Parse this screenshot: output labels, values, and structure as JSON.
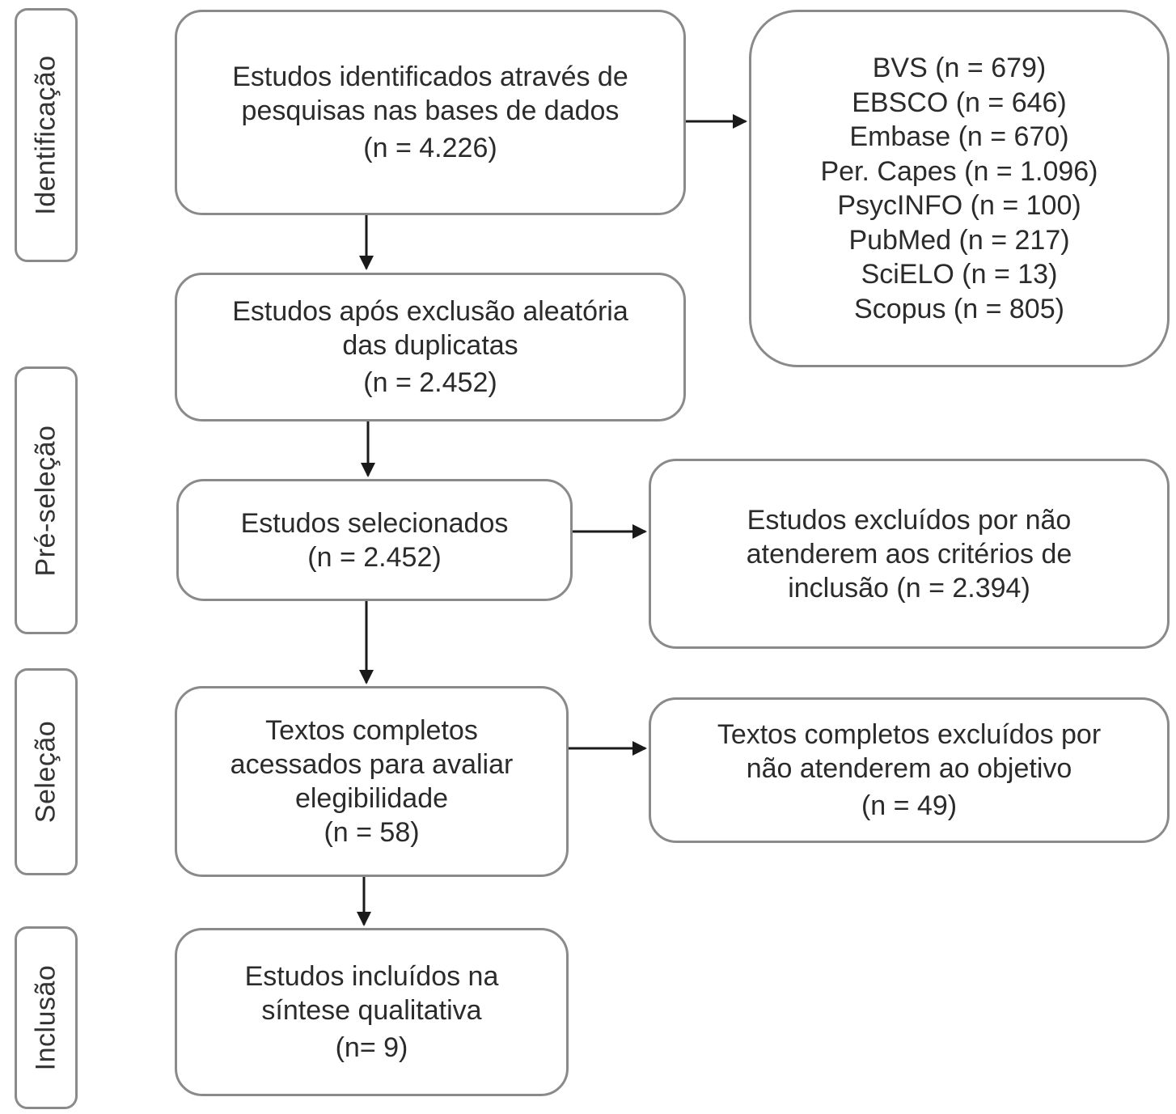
{
  "stages": {
    "identificacao": "Identificação",
    "pre_selecao": "Pré-seleção",
    "selecao": "Seleção",
    "inclusao": "Inclusão"
  },
  "boxes": {
    "identified": {
      "lines": [
        "Estudos identificados através de",
        "pesquisas nas bases de dados",
        "(n = 4.226)"
      ]
    },
    "databases": {
      "lines": [
        "BVS (n = 679)",
        "EBSCO (n = 646)",
        "Embase (n = 670)",
        "Per. Capes (n = 1.096)",
        "PsycINFO (n = 100)",
        "PubMed (n = 217)",
        "SciELO (n = 13)",
        "Scopus (n = 805)"
      ]
    },
    "after_duplicates": {
      "lines": [
        "Estudos após exclusão aleatória",
        "das duplicatas",
        "(n = 2.452)"
      ]
    },
    "selected": {
      "lines": [
        "Estudos selecionados",
        "(n = 2.452)"
      ]
    },
    "excluded_criteria": {
      "lines": [
        "Estudos excluídos por não",
        "atenderem aos critérios de",
        "inclusão (n = 2.394)"
      ]
    },
    "full_texts": {
      "lines": [
        "Textos completos",
        "acessados para avaliar",
        "elegibilidade",
        "(n = 58)"
      ]
    },
    "excluded_objective": {
      "lines": [
        "Textos completos excluídos por",
        "não atenderem ao objetivo",
        "(n = 49)"
      ]
    },
    "included": {
      "lines": [
        "Estudos incluídos na",
        "síntese qualitativa",
        "(n= 9)"
      ]
    }
  },
  "colors": {
    "border": "#8a8a8a",
    "text": "#2b2b2b",
    "arrow": "#1a1a1a"
  }
}
